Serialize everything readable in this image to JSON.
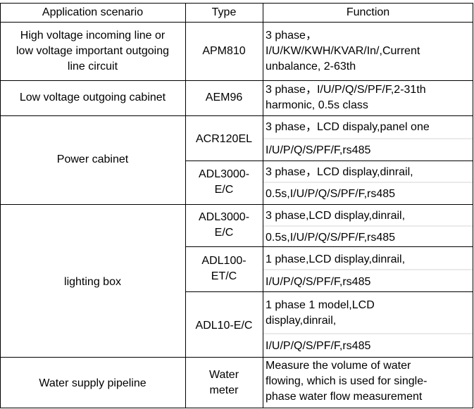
{
  "table": {
    "headers": {
      "scenario": "Application scenario",
      "type": "Type",
      "function": "Function"
    },
    "rows": [
      {
        "scenario": "High voltage incoming line or\nlow voltage important outgoing\nline circuit",
        "type": "APM810",
        "function": "3 phase，\nI/U/KW/KWH/KVAR/In/,Current\nunbalance, 2-63th"
      },
      {
        "scenario": "Low voltage outgoing cabinet",
        "type": "AEM96",
        "function": "3 phase，I/U/P/Q/S/PF/F,2-31th\nharmonic, 0.5s class"
      },
      {
        "scenario": "Power cabinet",
        "type_1": "ACR120EL",
        "function_1a": "3 phase，LCD dispaly,panel one",
        "function_1b": "I/U/P/Q/S/PF/F,rs485",
        "type_2": "ADL3000-\nE/C",
        "function_2a": "3 phase，LCD display,dinrail,",
        "function_2b": "0.5s,I/U/P/Q/S/PF/F,rs485"
      },
      {
        "scenario": "lighting box",
        "type_1": "ADL3000-\nE/C",
        "function_1a": "3 phase,LCD display,dinrail,",
        "function_1b": "0.5s,I/U/P/Q/S/PF/F,rs485",
        "type_2": "ADL100-\nET/C",
        "function_2a": "1 phase,LCD display,dinrail,",
        "function_2b": "I/U/P/Q/S/PF/F,rs485",
        "type_3": "ADL10-E/C",
        "function_3a": "1 phase 1 model,LCD\ndisplay,dinrail,",
        "function_3b": "I/U/P/Q/S/PF/F,rs485"
      },
      {
        "scenario": "Water supply pipeline",
        "type": "Water\nmeter",
        "function": "Measure the volume of water\nflowing, which is used for single-\nphase water flow measurement"
      }
    ]
  },
  "colors": {
    "border": "#000000",
    "sub_border": "#d4d4d4",
    "text": "#000000",
    "background": "#ffffff"
  }
}
